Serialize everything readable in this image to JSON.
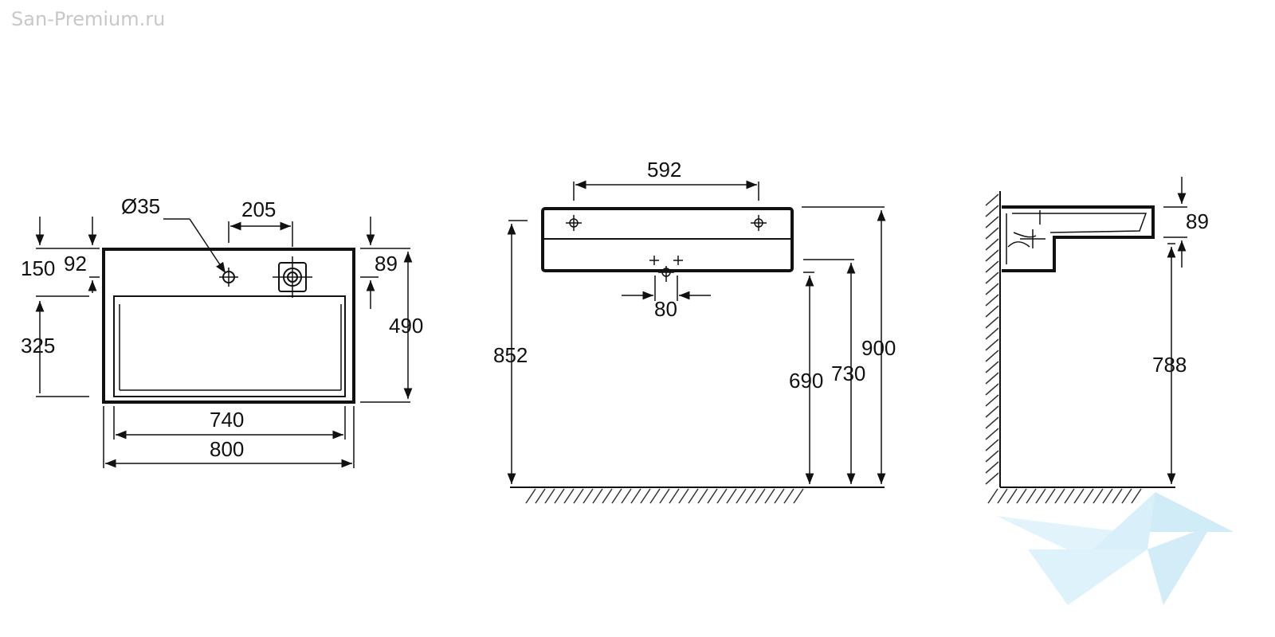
{
  "watermark": "San-Premium.ru",
  "top_view": {
    "hole_diameter": "Ø35",
    "tap_spacing": "205",
    "depth_front": "150",
    "hole_offset": "92",
    "rim_height": "89",
    "overall_depth": "490",
    "bowl_depth": "325",
    "inner_width": "740",
    "overall_width": "800"
  },
  "front_view": {
    "bracket_spacing": "592",
    "drain_spacing": "80",
    "height_852": "852",
    "height_690": "690",
    "height_730": "730",
    "height_900": "900"
  },
  "side_view": {
    "rim_height": "89",
    "height_788": "788"
  },
  "colors": {
    "line": "#111111",
    "watermark_text": "#c8c8c8",
    "logo": "#bfe6f5"
  }
}
